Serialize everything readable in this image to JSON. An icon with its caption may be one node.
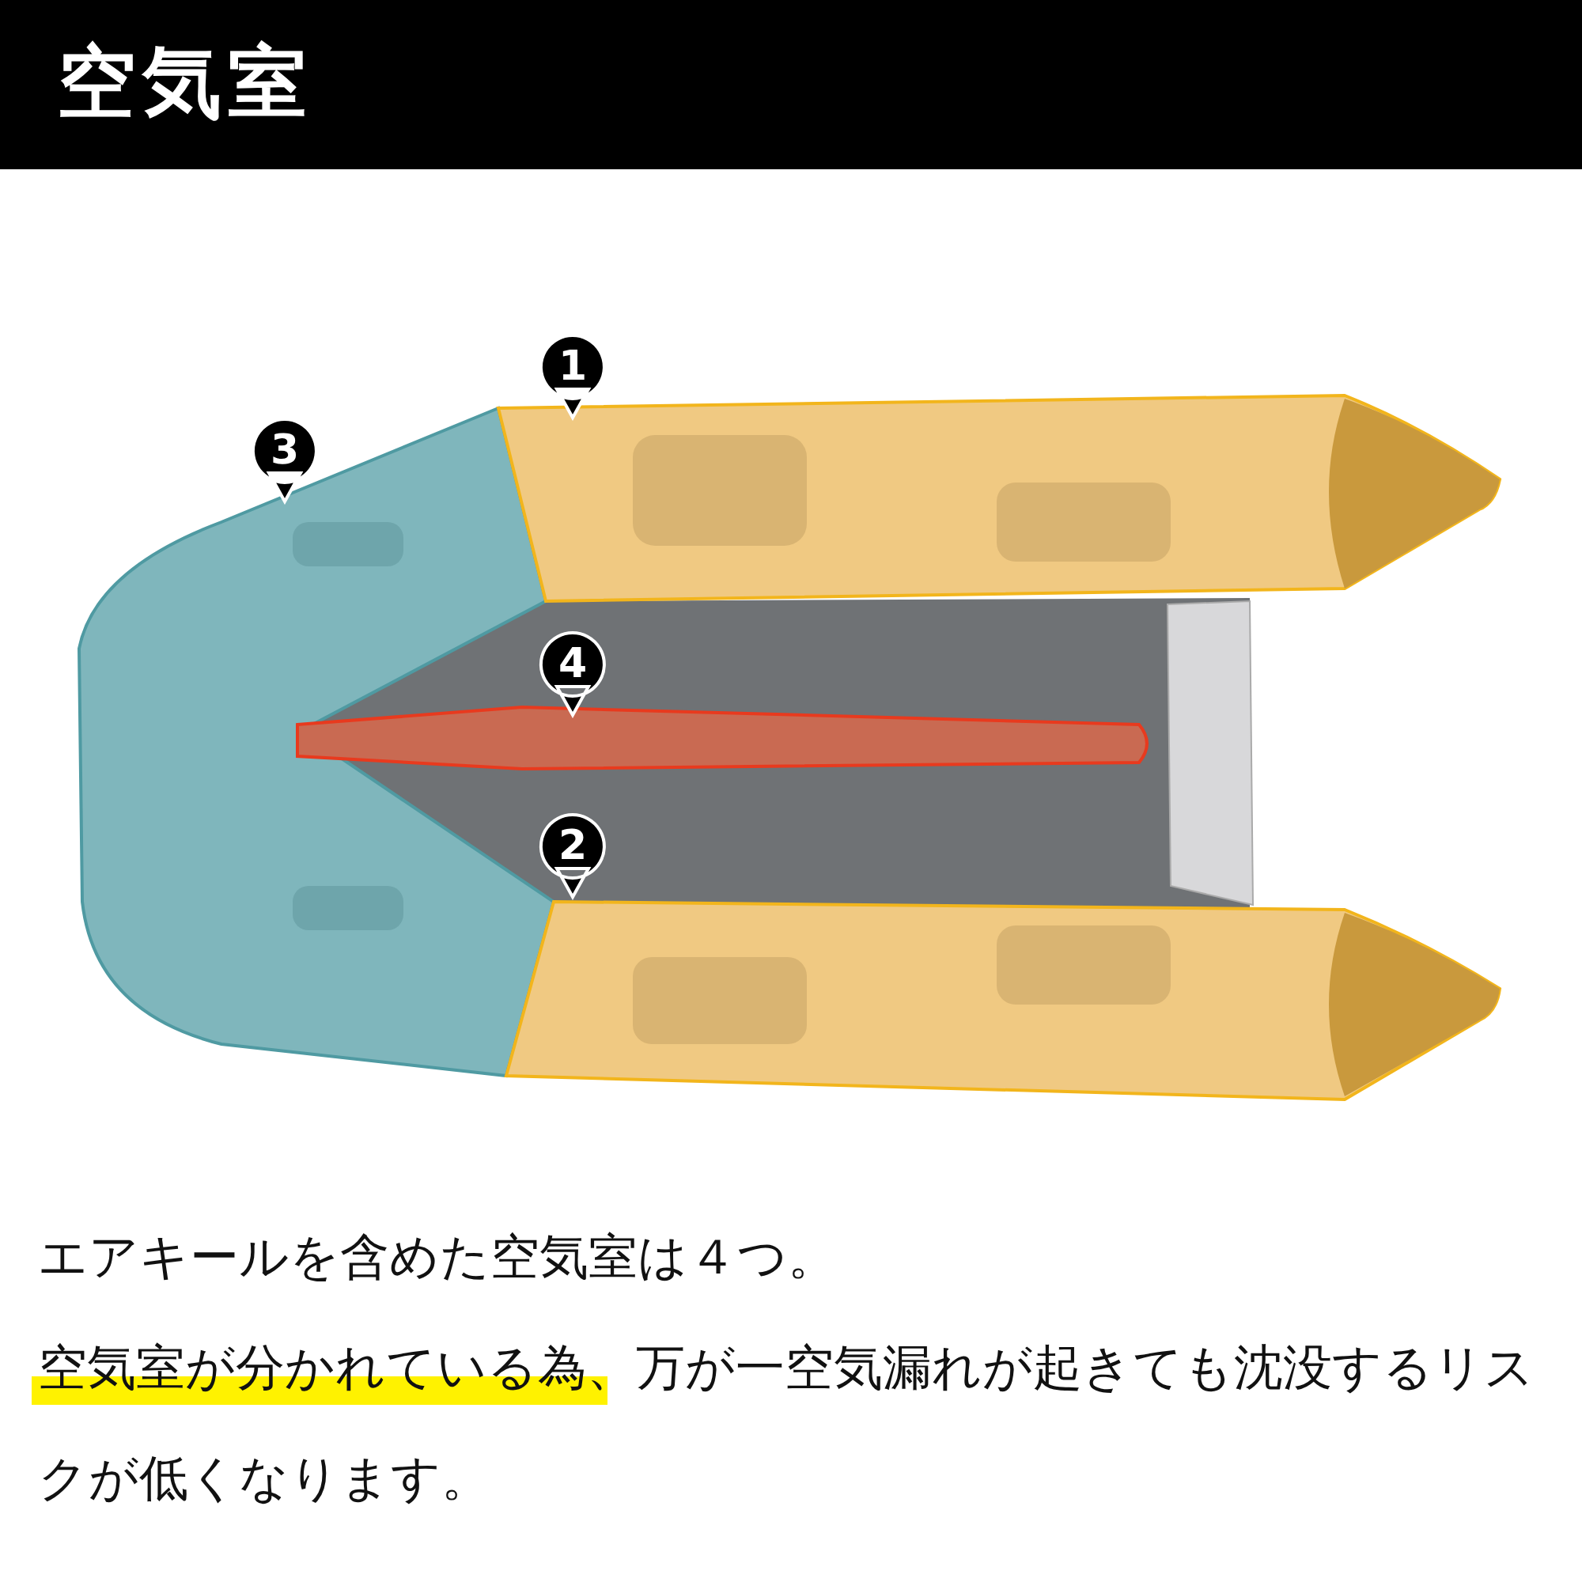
{
  "diagram": {
    "title": "空気室",
    "labels": [
      "1",
      "3",
      "4",
      "2",
      "エアキールを含めた空気室は４つ。",
      "空気室が分かれている為、万が一空気漏れが起きても沈没するリスクが低くなります。"
    ]
  }
}
